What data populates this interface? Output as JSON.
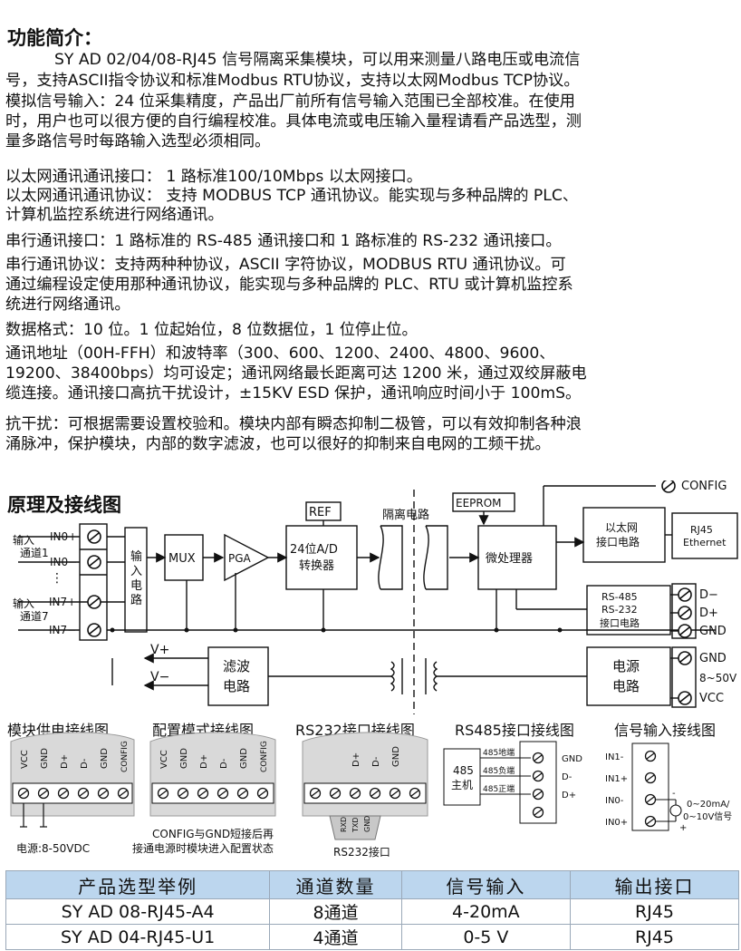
{
  "intro": {
    "title": "功能简介：",
    "lines": [
      "SY AD 02/04/08-RJ45  信号隔离采集模块，可以用来测量八路电压或电流信",
      "号，支持ASCII指令协议和标准Modbus RTU协议，支持以太网Modbus TCP协议。",
      "模拟信号输入：24 位采集精度，产品出厂前所有信号输入范围已全部校准。在使用",
      "时，用户也可以很方便的自行编程校准。具体电流或电压输入量程请看产品选型，测",
      "量多路信号时每路输入选型必须相同。",
      "以太网通讯通讯接口：  1 路标准100/10Mbps 以太网接口。",
      "以太网通讯通讯协议：  支持 MODBUS TCP 通讯协议。能实现与多种品牌的 PLC、",
      "计算机监控系统进行网络通讯。",
      "串行通讯接口：1 路标准的 RS-485 通讯接口和 1 路标准的 RS-232 通讯接口。",
      "串行通讯协议：支持两种种协议，ASCII 字符协议，MODBUS RTU 通讯协议。可",
      "通过编程设定使用那种通讯协议，能实现与多种品牌的 PLC、RTU 或计算机监控系",
      "统进行网络通讯。",
      "数据格式：10 位。1 位起始位，8 位数据位，1 位停止位。",
      "通讯地址（00H-FFH）和波特率（300、600、1200、2400、4800、9600、",
      "19200、38400bps）均可设定；通讯网络最长距离可达 1200 米，通过双绞屏蔽电",
      "缆连接。通讯接口高抗干扰设计，±15KV ESD 保护，通讯响应时间小于 100mS。",
      "抗干扰：可根据需要设置校验和。模块内部有瞬态抑制二极管，可以有效抑制各种浪",
      "涌脉冲，保护模块，内部的数字滤波，也可以很好的抑制来自电网的工频干扰。"
    ]
  },
  "diagram": {
    "title": "原理及接线图",
    "in_ch1": [
      "输入",
      "通道1"
    ],
    "in_ch7": [
      "输入",
      "通道7"
    ],
    "dots": "⋮",
    "term_in": [
      "IN0+",
      "IN0−",
      "IN7+",
      "IN7−"
    ],
    "input_circuit": [
      "输",
      "入",
      "电",
      "路"
    ],
    "mux": "MUX",
    "pga": "PGA",
    "ref": "REF",
    "adc": [
      "24位A/D",
      "转换器"
    ],
    "isolation": "隔离电路",
    "eeprom": "EEPROM",
    "mcu": "微处理器",
    "config": "CONFIG",
    "eth_circuit": [
      "以太网",
      "接口电路"
    ],
    "rj45": [
      "RJ45",
      "Ethernet"
    ],
    "serial_circuit": [
      "RS-485",
      "RS-232",
      "接口电路"
    ],
    "term_serial": [
      "D−",
      "D+",
      "GND"
    ],
    "filter": [
      "滤波",
      "电路"
    ],
    "vplus": "V+",
    "vminus": "V−",
    "power_circuit": [
      "电源",
      "电路"
    ],
    "term_power": [
      "GND",
      "8~50V",
      "VCC"
    ]
  },
  "wiring": {
    "titles": [
      "模块供电接线图",
      "配置模式接线图",
      "RS232接口接线图",
      "RS485接口接线图",
      "信号输入接线图"
    ],
    "power_labels": [
      "VCC",
      "GND",
      "D+",
      "D-",
      "GND",
      "CONFIG"
    ],
    "power_note": "电源:8-50VDC",
    "config_labels": [
      "VCC",
      "GND",
      "D+",
      "D-",
      "GND",
      "CONFIG"
    ],
    "config_note": [
      "CONFIG与GND短接后再",
      "接通电源时模块进入配置状态"
    ],
    "rs232_labels": [
      "D+",
      "D-",
      "GND"
    ],
    "rs232_pins": [
      "RXD",
      "TXD",
      "GND"
    ],
    "rs232_note": "RS232接口",
    "rs485_host": [
      "485",
      "主机"
    ],
    "rs485_wires": [
      "485地端",
      "485负端",
      "485正端"
    ],
    "rs485_terms": [
      "GND",
      "D-",
      "D+"
    ],
    "sig_terms": [
      "IN1-",
      "IN1+",
      "IN0-",
      "IN0+"
    ],
    "sig_minus": "-",
    "sig_plus": "+",
    "sig_note": [
      "0~20mA/",
      "0~10V信号"
    ]
  },
  "table": {
    "headers": [
      "产品选型举例",
      "通道数量",
      "信号输入",
      "输出接口"
    ],
    "rows": [
      [
        "SY AD 08-RJ45-A4",
        "8通道",
        "4-20mA",
        "RJ45"
      ],
      [
        "SY AD 04-RJ45-U1",
        "4通道",
        "0-5  V",
        "RJ45"
      ]
    ]
  }
}
